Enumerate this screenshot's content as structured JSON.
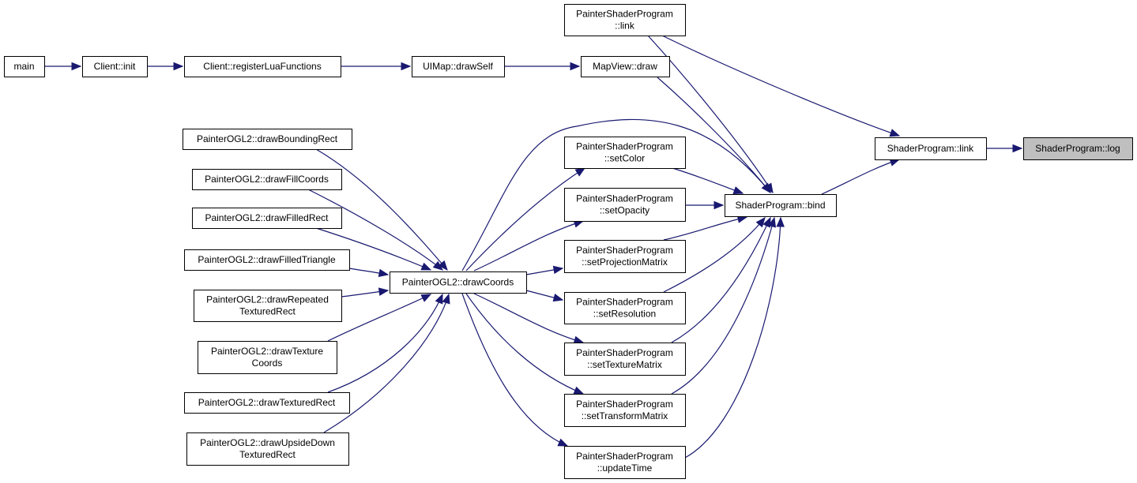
{
  "graph": {
    "colors": {
      "edge": "#191970",
      "node_border": "#000000",
      "highlight_fill": "#bfbfbf",
      "background": "#ffffff"
    },
    "nodes": {
      "main": [
        "main"
      ],
      "client_init": [
        "Client::init"
      ],
      "register_lua": [
        "Client::registerLuaFunctions"
      ],
      "uimap_drawself": [
        "UIMap::drawSelf"
      ],
      "mapview_draw": [
        "MapView::draw"
      ],
      "psp_link": [
        "PainterShaderProgram",
        "::link"
      ],
      "sp_link": [
        "ShaderProgram::link"
      ],
      "sp_log": [
        "ShaderProgram::log"
      ],
      "sp_bind": [
        "ShaderProgram::bind"
      ],
      "psp_setcolor": [
        "PainterShaderProgram",
        "::setColor"
      ],
      "psp_setopacity": [
        "PainterShaderProgram",
        "::setOpacity"
      ],
      "psp_setprojection": [
        "PainterShaderProgram",
        "::setProjectionMatrix"
      ],
      "psp_setresolution": [
        "PainterShaderProgram",
        "::setResolution"
      ],
      "psp_settexture": [
        "PainterShaderProgram",
        "::setTextureMatrix"
      ],
      "psp_settransform": [
        "PainterShaderProgram",
        "::setTransformMatrix"
      ],
      "psp_updatetime": [
        "PainterShaderProgram",
        "::updateTime"
      ],
      "drawcoords": [
        "PainterOGL2::drawCoords"
      ],
      "draw_bounding": [
        "PainterOGL2::drawBoundingRect"
      ],
      "draw_fillcoords": [
        "PainterOGL2::drawFillCoords"
      ],
      "draw_filledrect": [
        "PainterOGL2::drawFilledRect"
      ],
      "draw_filledtri": [
        "PainterOGL2::drawFilledTriangle"
      ],
      "draw_repeated": [
        "PainterOGL2::drawRepeated",
        "TexturedRect"
      ],
      "draw_texcoords": [
        "PainterOGL2::drawTexture",
        "Coords"
      ],
      "draw_texrect": [
        "PainterOGL2::drawTexturedRect"
      ],
      "draw_upsidedown": [
        "PainterOGL2::drawUpsideDown",
        "TexturedRect"
      ]
    },
    "highlighted": "sp_log",
    "edges": [
      [
        "main",
        "client_init"
      ],
      [
        "client_init",
        "register_lua"
      ],
      [
        "register_lua",
        "uimap_drawself"
      ],
      [
        "uimap_drawself",
        "mapview_draw"
      ],
      [
        "mapview_draw",
        "sp_bind"
      ],
      [
        "psp_link",
        "sp_link"
      ],
      [
        "psp_link",
        "sp_bind"
      ],
      [
        "sp_link",
        "sp_log"
      ],
      [
        "sp_bind",
        "sp_link"
      ],
      [
        "drawcoords",
        "sp_bind"
      ],
      [
        "psp_setcolor",
        "sp_bind"
      ],
      [
        "psp_setopacity",
        "sp_bind"
      ],
      [
        "psp_setprojection",
        "sp_bind"
      ],
      [
        "psp_setresolution",
        "sp_bind"
      ],
      [
        "psp_settexture",
        "sp_bind"
      ],
      [
        "psp_settransform",
        "sp_bind"
      ],
      [
        "psp_updatetime",
        "sp_bind"
      ],
      [
        "drawcoords",
        "psp_setcolor"
      ],
      [
        "drawcoords",
        "psp_setopacity"
      ],
      [
        "drawcoords",
        "psp_setprojection"
      ],
      [
        "drawcoords",
        "psp_setresolution"
      ],
      [
        "drawcoords",
        "psp_settexture"
      ],
      [
        "drawcoords",
        "psp_settransform"
      ],
      [
        "drawcoords",
        "psp_updatetime"
      ],
      [
        "draw_bounding",
        "drawcoords"
      ],
      [
        "draw_fillcoords",
        "drawcoords"
      ],
      [
        "draw_filledrect",
        "drawcoords"
      ],
      [
        "draw_filledtri",
        "drawcoords"
      ],
      [
        "draw_repeated",
        "drawcoords"
      ],
      [
        "draw_texcoords",
        "drawcoords"
      ],
      [
        "draw_texrect",
        "drawcoords"
      ],
      [
        "draw_upsidedown",
        "drawcoords"
      ]
    ]
  }
}
